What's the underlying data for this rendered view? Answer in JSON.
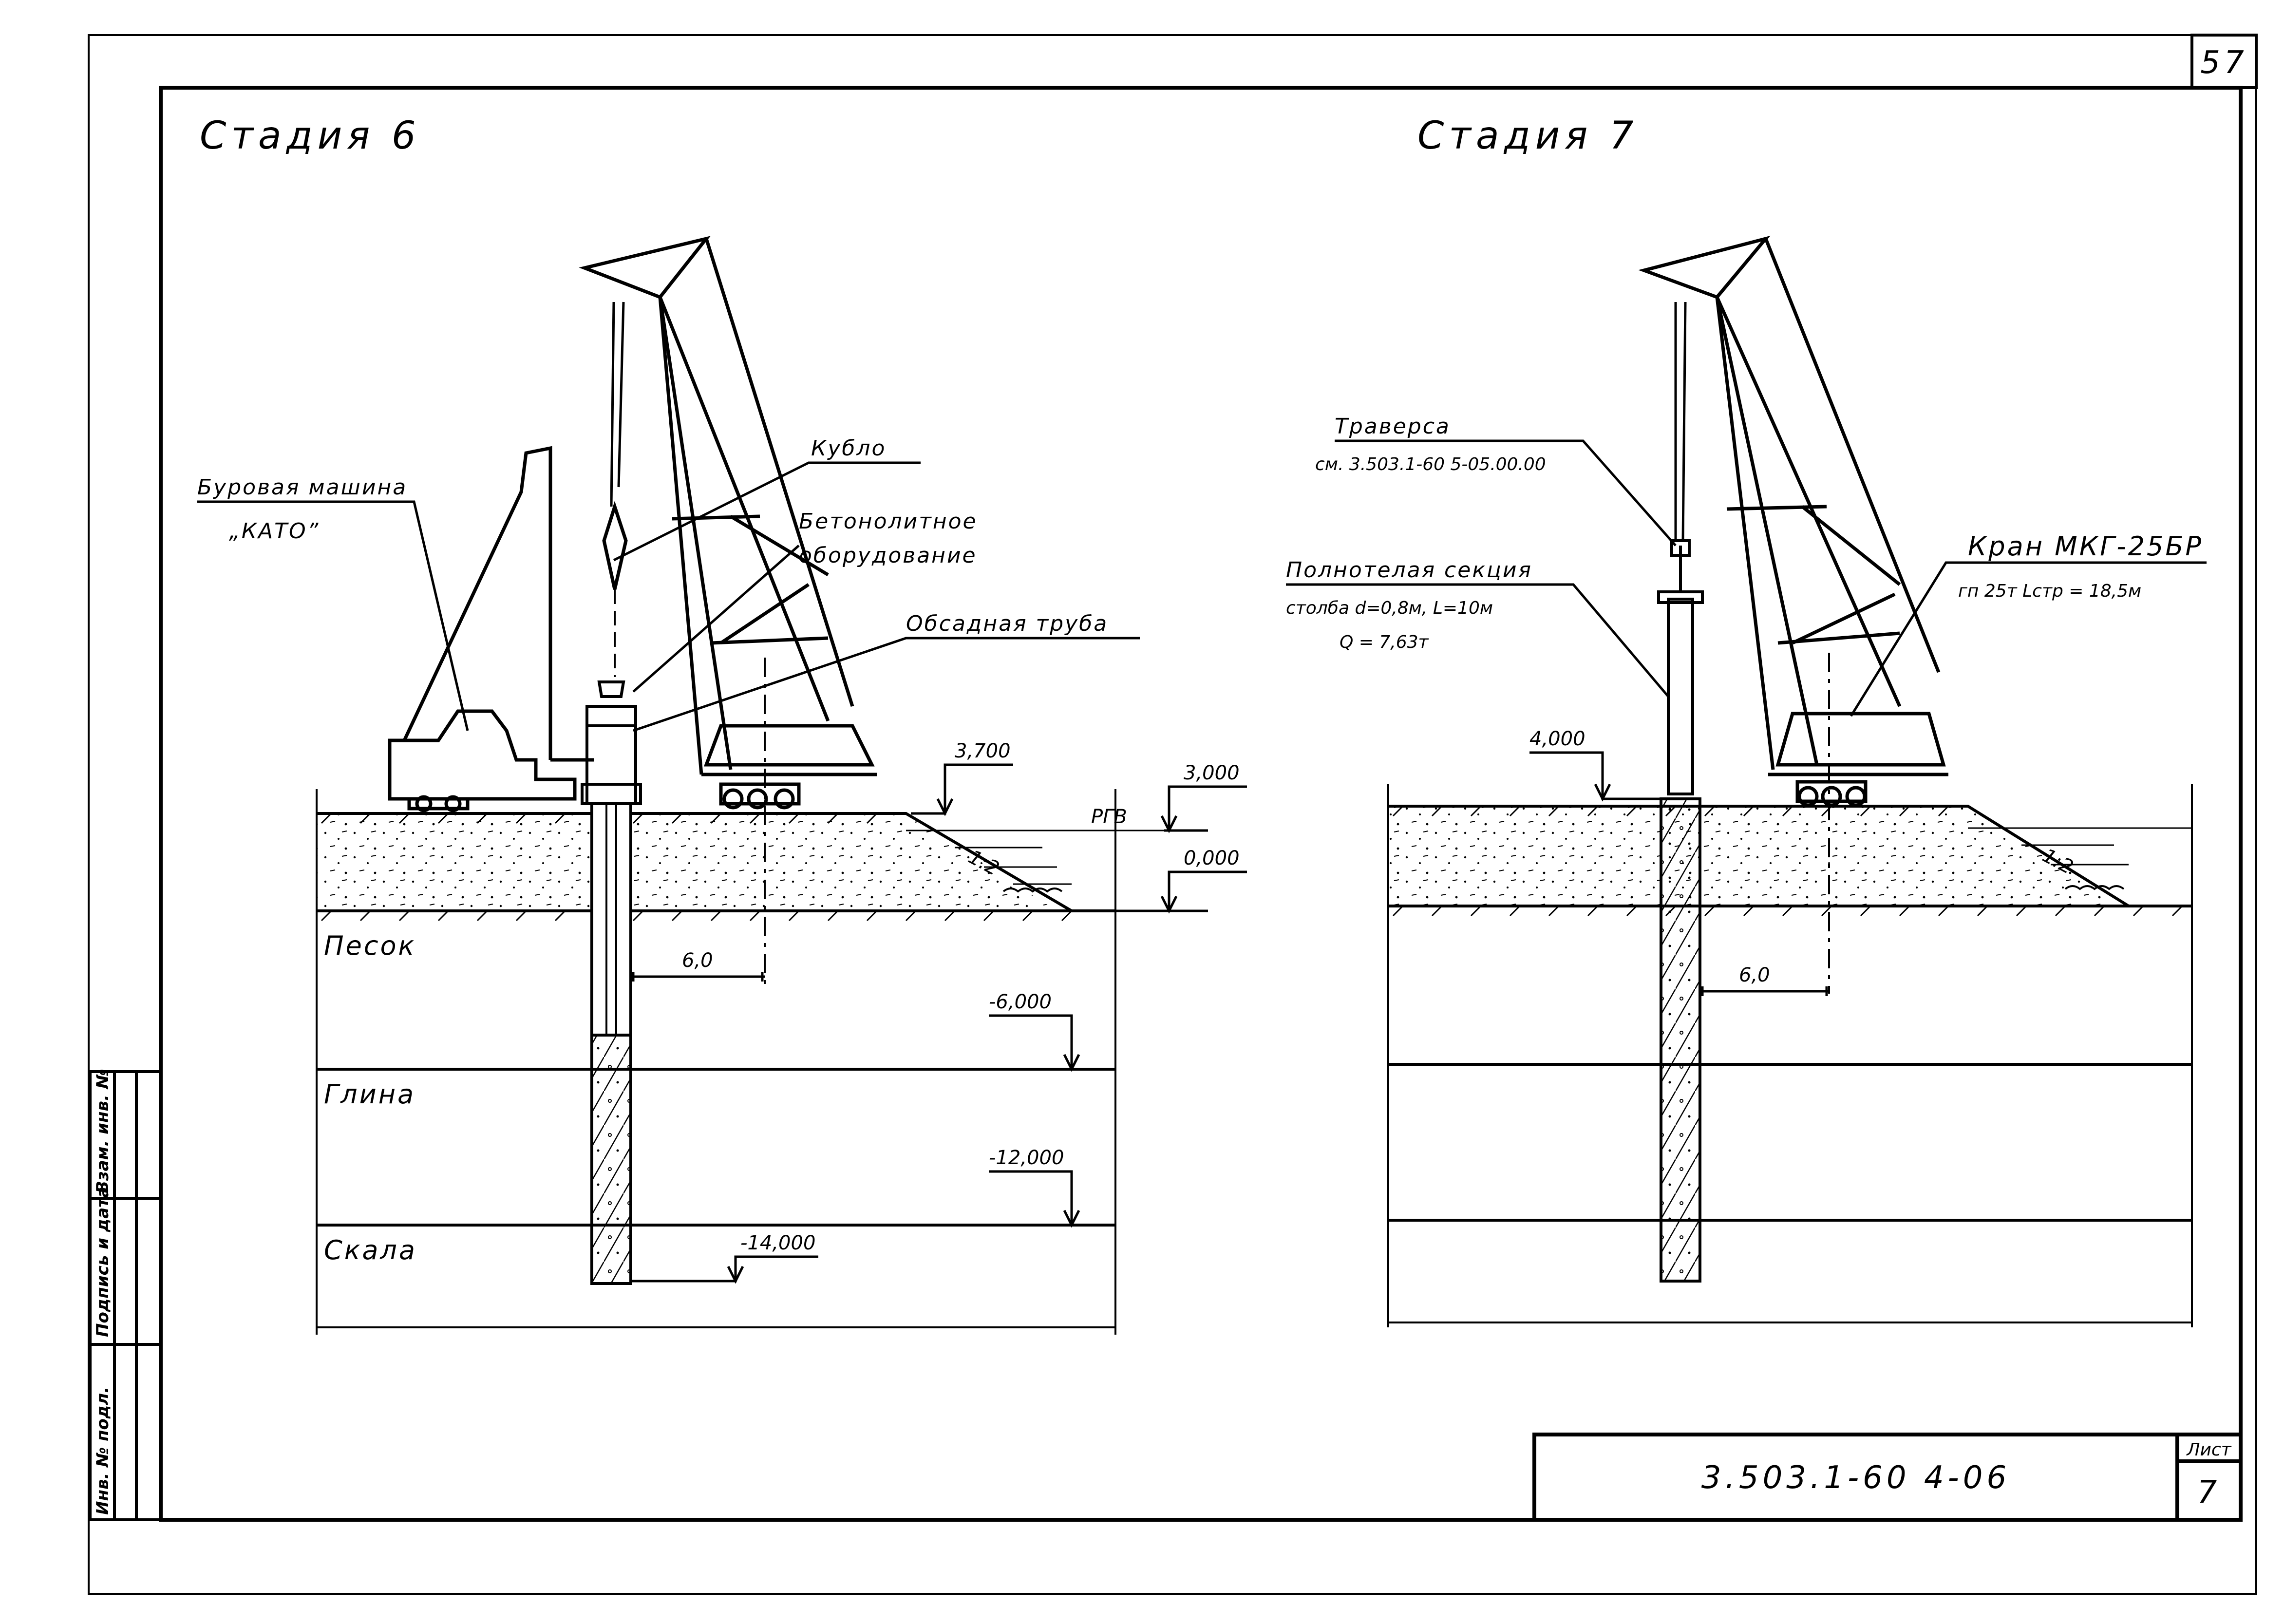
{
  "sheet": {
    "corner_number": "57",
    "code": "3.503.1-60 4-06",
    "sheet_label": "Лист",
    "sheet_number": "7",
    "side_stamp": [
      "Инв. № подл.",
      "Подпись и дата",
      "Взам. инв. №"
    ]
  },
  "stage6": {
    "title": "Стадия 6",
    "drill_machine": [
      "Буровая машина",
      "„КАТО”"
    ],
    "bucket": "Кубло",
    "concrete_equipment": [
      "Бетонолитное",
      "оборудование"
    ],
    "casing_pipe": "Обсадная труба",
    "elevations": {
      "top": "3,700",
      "water": "3,000",
      "water_label": "РГВ",
      "zero": "0,000",
      "sand_bottom": "-6,000",
      "clay_bottom": "-12,000",
      "pile_bottom": "-14,000"
    },
    "dimension": "6,0",
    "slope": "1:2",
    "layers": [
      "Песок",
      "Глина",
      "Скала"
    ]
  },
  "stage7": {
    "title": "Стадия 7",
    "traverse": [
      "Траверса",
      "см. 3.503.1-60 5-05.00.00"
    ],
    "section": [
      "Полнотелая секция",
      "столба d=0,8м, L=10м",
      "Q = 7,63т"
    ],
    "crane": [
      "Кран МКГ-25БР",
      "гп 25т  Lстр = 18,5м"
    ],
    "elevation_top": "4,000",
    "dimension": "6,0",
    "slope": "1:2"
  }
}
